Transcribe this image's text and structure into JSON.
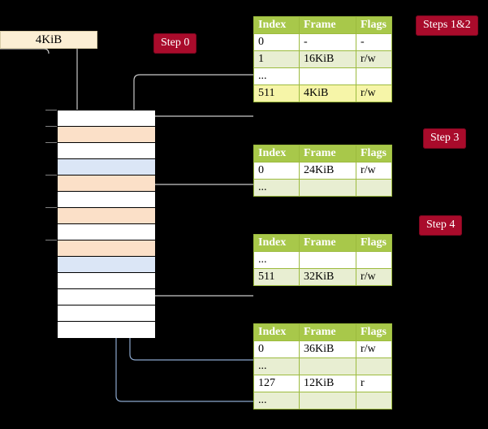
{
  "diagram": {
    "title_labels": {
      "page_box": "4KiB",
      "step0": "Step 0",
      "steps12": "Steps 1&2",
      "step3": "Step 3",
      "step4": "Step 4"
    },
    "colors": {
      "badge_bg": "#a90b2b",
      "badge_text": "#ffffff",
      "table_header_bg": "#a8c84a",
      "table_alt_row_bg": "#e8eed2",
      "table_highlight_bg": "#f6f5a8",
      "page_box_bg": "#fcefd4",
      "mem_orange": "#fbe0c8",
      "mem_blue": "#dbe6f6",
      "wire_gray": "#c9c9c9",
      "wire_blue": "#8ba7cc",
      "background": "#000000"
    },
    "columns": [
      "Index",
      "Frame",
      "Flags"
    ],
    "tables": [
      {
        "id": "table-steps-1-2",
        "step_label": "Steps 1&2",
        "rows": [
          {
            "index": "0",
            "frame": "-",
            "flags": "-",
            "style": "plain"
          },
          {
            "index": "1",
            "frame": "16KiB",
            "flags": "r/w",
            "style": "alt"
          },
          {
            "index": "...",
            "frame": "",
            "flags": "",
            "style": "plain"
          },
          {
            "index": "511",
            "frame": "4KiB",
            "flags": "r/w",
            "style": "hl"
          }
        ]
      },
      {
        "id": "table-step-3",
        "step_label": "Step 3",
        "rows": [
          {
            "index": "0",
            "frame": "24KiB",
            "flags": "r/w",
            "style": "plain"
          },
          {
            "index": "...",
            "frame": "",
            "flags": "",
            "style": "alt"
          }
        ]
      },
      {
        "id": "table-step-4",
        "step_label": "Step 4",
        "rows": [
          {
            "index": "...",
            "frame": "",
            "flags": "",
            "style": "plain"
          },
          {
            "index": "511",
            "frame": "32KiB",
            "flags": "r/w",
            "style": "alt"
          }
        ]
      },
      {
        "id": "table-final",
        "step_label": "",
        "rows": [
          {
            "index": "0",
            "frame": "36KiB",
            "flags": "r/w",
            "style": "plain"
          },
          {
            "index": "...",
            "frame": "",
            "flags": "",
            "style": "alt"
          },
          {
            "index": "127",
            "frame": "12KiB",
            "flags": "r",
            "style": "plain"
          },
          {
            "index": "...",
            "frame": "",
            "flags": "",
            "style": "alt"
          }
        ]
      }
    ],
    "memory_column": {
      "cell_count": 14,
      "cells": [
        {
          "fill": "white",
          "tick": true
        },
        {
          "fill": "orange",
          "tick": true
        },
        {
          "fill": "white",
          "tick": true
        },
        {
          "fill": "blue",
          "tick": false
        },
        {
          "fill": "orange",
          "tick": true
        },
        {
          "fill": "white",
          "tick": false
        },
        {
          "fill": "orange",
          "tick": true
        },
        {
          "fill": "white",
          "tick": false
        },
        {
          "fill": "orange",
          "tick": true
        },
        {
          "fill": "blue",
          "tick": false
        },
        {
          "fill": "white",
          "tick": false
        },
        {
          "fill": "white",
          "tick": false
        },
        {
          "fill": "white",
          "tick": false
        },
        {
          "fill": "white",
          "tick": false
        }
      ]
    }
  }
}
